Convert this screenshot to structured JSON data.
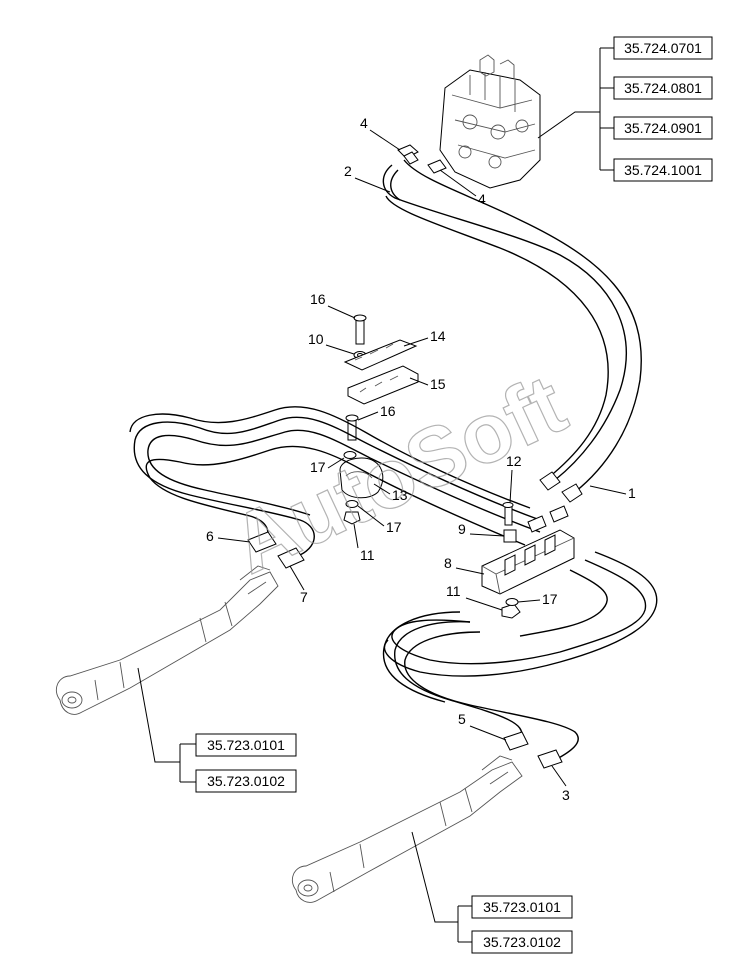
{
  "watermark": "AutoSoft",
  "reference_boxes": {
    "valve_refs": [
      "35.724.0701",
      "35.724.0801",
      "35.724.0901",
      "35.724.1001"
    ],
    "cylinder_refs_upper": [
      "35.723.0101",
      "35.723.0102"
    ],
    "cylinder_refs_lower": [
      "35.723.0101",
      "35.723.0102"
    ]
  },
  "callouts": {
    "c1": "1",
    "c2": "2",
    "c3": "3",
    "c4a": "4",
    "c4b": "4",
    "c5": "5",
    "c6": "6",
    "c7": "7",
    "c8": "8",
    "c9": "9",
    "c10": "10",
    "c11a": "11",
    "c11b": "11",
    "c12": "12",
    "c13": "13",
    "c14": "14",
    "c15": "15",
    "c16a": "16",
    "c16b": "16",
    "c17a": "17",
    "c17b": "17",
    "c17c": "17"
  }
}
